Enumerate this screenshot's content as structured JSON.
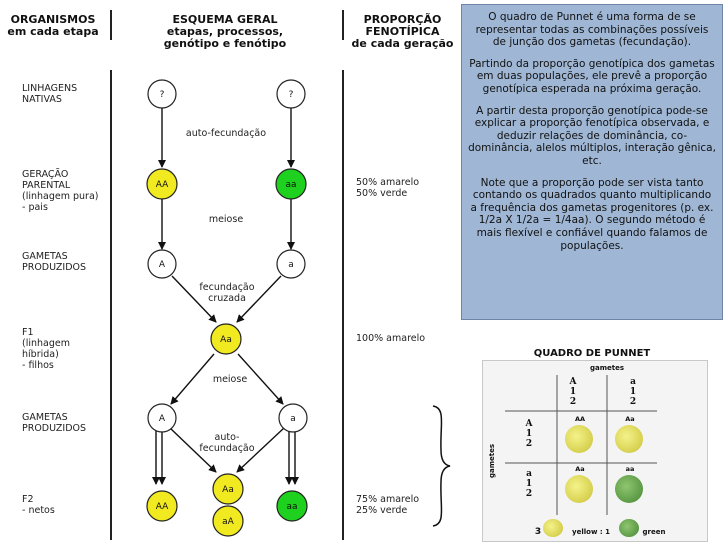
{
  "headers": {
    "organismos": "ORGANISMOS\nem cada etapa",
    "esquema": "ESQUEMA GERAL\netapas, processos,\ngenótipo e fenótipo",
    "proporcao": "PROPORÇÃO\nFENOTÍPICA\nde cada geração"
  },
  "stages": {
    "linhagens": "LINHAGENS\nNATIVAS",
    "geracao": "GERAÇÃO\nPARENTAL\n(linhagem pura)\n- pais",
    "gametas1": "GAMETAS\nPRODUZIDOS",
    "f1": "F1\n(linhagem\n híbrida)\n- filhos",
    "gametas2": "GAMETAS\nPRODUZIDOS",
    "f2": "F2\n - netos"
  },
  "processes": {
    "autofec1": "auto-fecundação",
    "meiose1": "meiose",
    "fecundacao": "fecundação\ncruzada",
    "meiose2": "meiose",
    "autofec2": "auto-\nfecundação"
  },
  "circles": {
    "q1": "?",
    "q2": "?",
    "p1": "AA",
    "p2": "aa",
    "g1": "A",
    "g2": "a",
    "f1": "Aa",
    "g3": "A",
    "g4": "a",
    "f2a": "AA",
    "f2b": "Aa",
    "f2c": "aA",
    "f2d": "aa"
  },
  "proportions": {
    "parental": "50% amarelo\n50% verde",
    "f1": "100% amarelo",
    "f2": "75% amarelo\n25% verde"
  },
  "info": {
    "p1": "O quadro de Punnet é uma forma de se representar todas as combinações possíveis de junção dos gametas (fecundação).",
    "p2": "Partindo da proporção genotípica dos gametas em duas populações, ele prevê a proporção genotípica esperada na próxima geração.",
    "p3": "A partir desta proporção genotípica pode-se explicar a proporção fenotípica observada, e deduzir relações de dominância, co-dominância, alelos múltiplos, interação gênica, etc.",
    "p4": "Note que a proporção pode ser vista tanto contando os quadrados quanto multiplicando a frequência dos gametas progenitores (p. ex. 1/2a X 1/2a = 1/4aa). O segundo método é mais flexível e confiável quando falamos de populações."
  },
  "punnet": {
    "title": "QUADRO DE PUNNET",
    "gametes_top": "gametes",
    "gametes_side": "gametes",
    "col1": "A\n1\n2",
    "col2": "a\n1\n2",
    "row1": "A\n1\n2",
    "row2": "a\n1\n2",
    "c11": "AA",
    "c12": "Aa",
    "c21": "Aa",
    "c22": "aa",
    "legend_count1": "3",
    "legend_yellow": "yellow : 1",
    "legend_green": "green"
  },
  "colors": {
    "yellow": "#f2ea20",
    "green": "#1fd11f",
    "box": "#9fb7d5"
  }
}
